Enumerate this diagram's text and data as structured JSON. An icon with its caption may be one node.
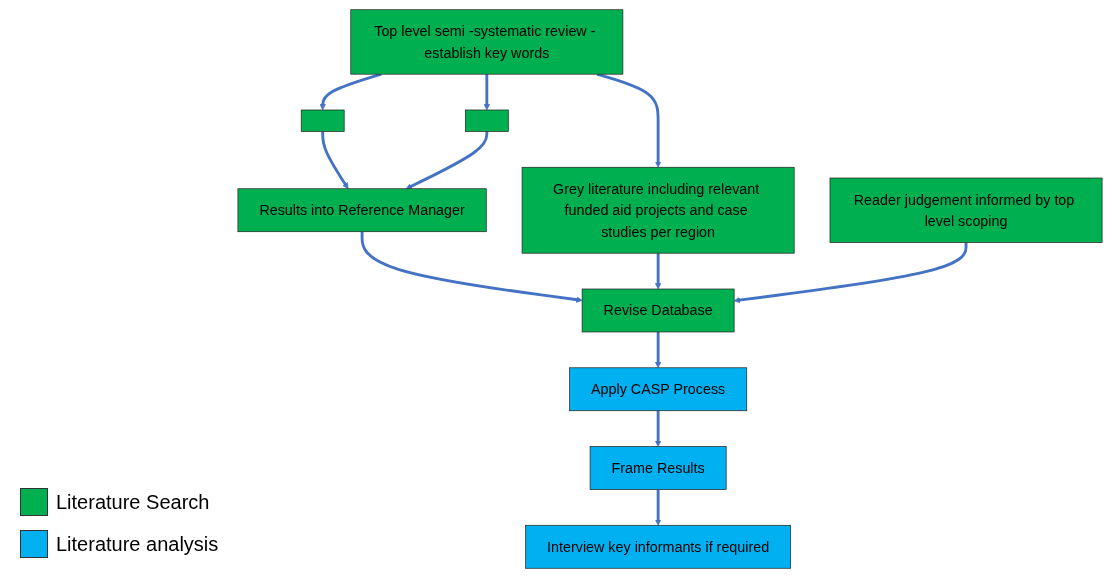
{
  "diagram": {
    "nodes": [
      {
        "text": [
          "Top level semi -systematic review - establish key words"
        ]
      },
      {
        "text": [],
        "shape": "box"
      },
      {
        "text": [],
        "shape": "box"
      },
      {
        "text": [
          "Grey literature including relevant funded aid projects and case studies per region"
        ]
      },
      {
        "text": [
          "Results into Reference Manager"
        ]
      },
      {
        "text": [
          "Reader judgement informed by top level scoping"
        ]
      },
      {
        "text": [
          "Revise Database"
        ]
      },
      {
        "text": [
          "Interview key informants if required"
        ]
      },
      {
        "text": [
          "Apply CASP Process"
        ]
      },
      {
        "text": [
          "Frame Results"
        ]
      }
    ],
    "edges": [
      {
        "from": 0,
        "to": 1,
        "arrow": "to"
      },
      {
        "from": 0,
        "to": 2,
        "arrow": "to"
      },
      {
        "from": 0,
        "to": 3,
        "arrow": "to"
      },
      {
        "from": 1,
        "to": 4,
        "arrow": "to"
      },
      {
        "from": 2,
        "to": 4,
        "arrow": "to"
      },
      {
        "from": 4,
        "to": 6,
        "arrow": "to"
      },
      {
        "from": 3,
        "to": 6,
        "arrow": "to"
      },
      {
        "from": 5,
        "to": 6,
        "arrow": "to"
      },
      {
        "from": 6,
        "to": 8,
        "arrow": "to"
      },
      {
        "from": 8,
        "to": 9,
        "arrow": "to"
      },
      {
        "from": 9,
        "to": 7,
        "arrow": "to"
      }
    ],
    "legend": [
      {
        "text": "Literature Search",
        "color": "#00b050"
      },
      {
        "text": "Literature analysis",
        "color": "#00b0f0"
      }
    ]
  }
}
